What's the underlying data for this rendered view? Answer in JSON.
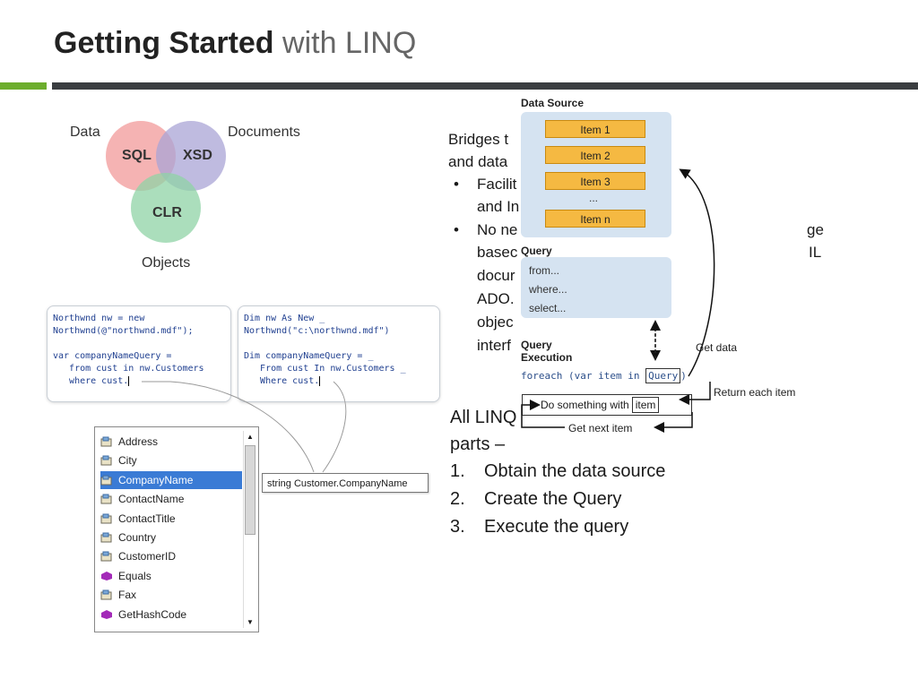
{
  "slide": {
    "title_bold": "Getting Started",
    "title_light": "with LINQ"
  },
  "venn": {
    "labels": {
      "data": "Data",
      "documents": "Documents",
      "objects": "Objects"
    },
    "circles": {
      "sql": "SQL",
      "xsd": "XSD",
      "clr": "CLR"
    },
    "colors": {
      "sql": "#f29a9a",
      "xsd": "#a9a4d6",
      "clr": "#8fd3a5"
    }
  },
  "code_cs": {
    "lines": [
      "Northwnd nw = new",
      "Northwnd(@\"northwnd.mdf\");",
      "",
      "var companyNameQuery =",
      "   from cust in nw.Customers",
      "   where cust."
    ]
  },
  "code_vb": {
    "lines": [
      "Dim nw As New _",
      "Northwnd(\"c:\\northwnd.mdf\")",
      "",
      "Dim companyNameQuery = _",
      "   From cust In nw.Customers _",
      "   Where cust."
    ]
  },
  "intellisense": {
    "items": [
      {
        "label": "Address",
        "icon": "property-icon"
      },
      {
        "label": "City",
        "icon": "property-icon"
      },
      {
        "label": "CompanyName",
        "icon": "property-icon",
        "selected": true
      },
      {
        "label": "ContactName",
        "icon": "property-icon"
      },
      {
        "label": "ContactTitle",
        "icon": "property-icon"
      },
      {
        "label": "Country",
        "icon": "property-icon"
      },
      {
        "label": "CustomerID",
        "icon": "property-icon"
      },
      {
        "label": "Equals",
        "icon": "method-icon"
      },
      {
        "label": "Fax",
        "icon": "property-icon"
      },
      {
        "label": "GetHashCode",
        "icon": "method-icon"
      }
    ],
    "tooltip": "string Customer.CompanyName"
  },
  "body_text": {
    "line1": "Bridges t",
    "line2": "and data",
    "bullet1_line1": "Facilit",
    "bullet1_line2": "and In",
    "bullet2_line1": "No ne",
    "bullet2_right1": "ge",
    "bullet2_line2": "basec",
    "bullet2_right2": "IL",
    "bullet2_line3": "docur",
    "bullet2_line4": "ADO.",
    "bullet2_line5": "objec",
    "bullet2_line6": "interf",
    "bullet_char": "•"
  },
  "steps": {
    "intro1": "All LINQ",
    "intro2": "parts –",
    "items": [
      {
        "num": "1.",
        "text": "Obtain the data source"
      },
      {
        "num": "2.",
        "text": "Create the Query"
      },
      {
        "num": "3.",
        "text": "Execute the query"
      }
    ]
  },
  "flow": {
    "data_source_title": "Data Source",
    "items": [
      "Item 1",
      "Item 2",
      "Item 3",
      "...",
      "Item n"
    ],
    "query_title": "Query",
    "query_lines": [
      "from...",
      "where...",
      "select..."
    ],
    "execution_title_1": "Query",
    "execution_title_2": "Execution",
    "foreach_prefix": "foreach (var item in ",
    "foreach_query": "Query",
    "foreach_suffix": ")",
    "get_data": "Get data",
    "return_each": "Return each item",
    "do_something": "Do something with",
    "item_word": "item",
    "get_next": "Get next item"
  }
}
